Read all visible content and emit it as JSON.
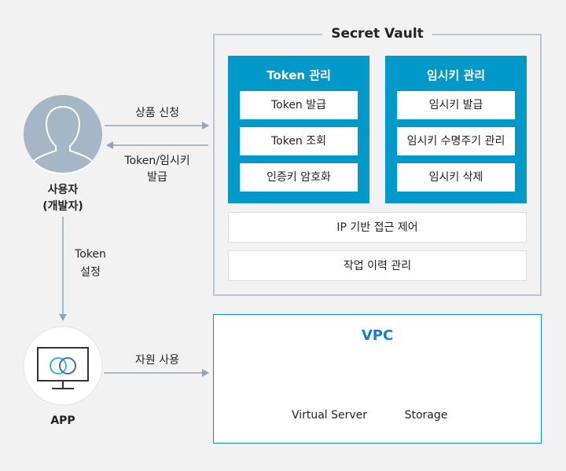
{
  "vault": {
    "title": "Secret Vault",
    "token_panel": {
      "title": "Token 관리",
      "items": [
        "Token 발급",
        "Token 조회",
        "인증키 암호화"
      ]
    },
    "temp_key_panel": {
      "title": "임시키 관리",
      "items": [
        "임시키 발급",
        "임시키 수명주기 관리",
        "임시키 삭제"
      ]
    },
    "ip_control": "IP 기반 접근 제어",
    "audit_log": "작업 이력 관리"
  },
  "user": {
    "label_line1": "사용자",
    "label_line2": "(개발자)"
  },
  "arrows": {
    "request": "상품 신청",
    "issue_line1": "Token/임시키",
    "issue_line2": "발급",
    "config_line1": "Token",
    "config_line2": "설정",
    "use": "자원 사용"
  },
  "app": {
    "label": "APP"
  },
  "vpc": {
    "title": "VPC",
    "server_label": "Virtual Server",
    "storage_label": "Storage"
  },
  "colors": {
    "panel": "#0099c9",
    "vpc_title": "#1a7bd6",
    "arrow": "#8fa6bd",
    "avatar": "#a5b6c7"
  }
}
